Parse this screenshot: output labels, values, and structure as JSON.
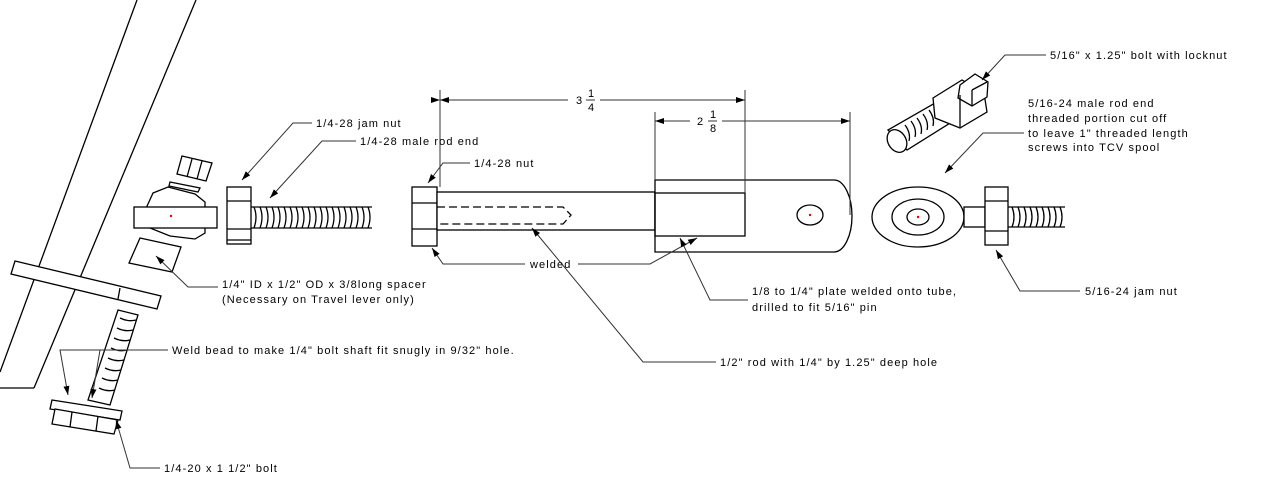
{
  "labels": {
    "jam_nut_14": "1/4-28 jam nut",
    "male_rod_end_14": "1/4-28 male rod end",
    "nut_14": "1/4-28 nut",
    "spacer_line1": "1/4\" ID x 1/2\" OD x 3/8long spacer",
    "spacer_line2": "(Necessary on Travel lever only)",
    "weld_bead": "Weld bead to make 1/4\" bolt shaft fit snugly in 9/32\" hole.",
    "bolt_14": "1/4-20 x 1 1/2\" bolt",
    "welded": "welded",
    "rod": "1/2\" rod with 1/4\" by 1.25\" deep hole",
    "plate_line1": "1/8 to 1/4\" plate welded onto tube,",
    "plate_line2": "drilled to fit 5/16\" pin",
    "jam_nut_516": "5/16-24 jam nut",
    "bolt_516": "5/16\" x 1.25\" bolt with locknut",
    "rod_end_516_line1": "5/16-24 male rod end",
    "rod_end_516_line2": "threaded portion cut off",
    "rod_end_516_line3": "to leave 1\" threaded length",
    "rod_end_516_line4": "screws into TCV spool"
  },
  "dimensions": {
    "overall": {
      "whole": "3",
      "num": "1",
      "den": "4"
    },
    "plate": {
      "whole": "2",
      "num": "1",
      "den": "8"
    }
  }
}
